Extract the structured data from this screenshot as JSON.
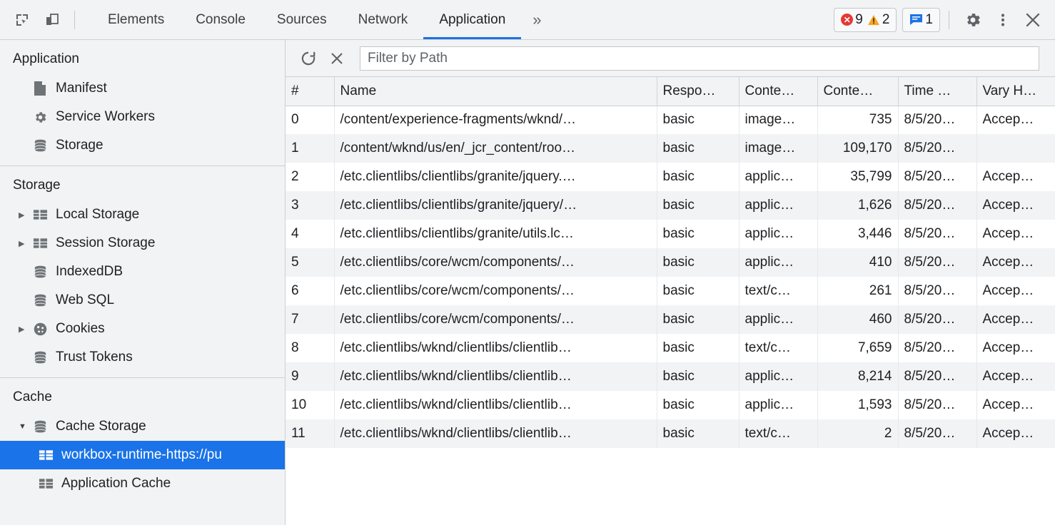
{
  "toolbar": {
    "inspect_icon": "inspect-element-icon",
    "device_icon": "device-toolbar-icon",
    "tabs": [
      {
        "label": "Elements",
        "active": false
      },
      {
        "label": "Console",
        "active": false
      },
      {
        "label": "Sources",
        "active": false
      },
      {
        "label": "Network",
        "active": false
      },
      {
        "label": "Application",
        "active": true
      }
    ],
    "more_tabs_label": "»",
    "error_count": "9",
    "warning_count": "2",
    "message_count": "1",
    "settings_icon": "gear-icon",
    "more_options_icon": "kebab-menu-icon",
    "close_icon": "close-icon",
    "accent_color": "#1a73e8",
    "error_color": "#e53935",
    "warning_color": "#f5a623",
    "message_color": "#1a73e8"
  },
  "sidebar": {
    "sections": [
      {
        "title": "Application",
        "items": [
          {
            "label": "Manifest",
            "icon": "manifest-file-icon",
            "twisty": "none",
            "selected": false
          },
          {
            "label": "Service Workers",
            "icon": "gear-icon",
            "twisty": "none",
            "selected": false
          },
          {
            "label": "Storage",
            "icon": "database-icon",
            "twisty": "none",
            "selected": false
          }
        ]
      },
      {
        "title": "Storage",
        "items": [
          {
            "label": "Local Storage",
            "icon": "table-icon",
            "twisty": "collapsed",
            "selected": false
          },
          {
            "label": "Session Storage",
            "icon": "table-icon",
            "twisty": "collapsed",
            "selected": false
          },
          {
            "label": "IndexedDB",
            "icon": "database-icon",
            "twisty": "none",
            "selected": false
          },
          {
            "label": "Web SQL",
            "icon": "database-icon",
            "twisty": "none",
            "selected": false
          },
          {
            "label": "Cookies",
            "icon": "cookie-icon",
            "twisty": "collapsed",
            "selected": false
          },
          {
            "label": "Trust Tokens",
            "icon": "database-icon",
            "twisty": "none",
            "selected": false
          }
        ]
      },
      {
        "title": "Cache",
        "items": [
          {
            "label": "Cache Storage",
            "icon": "database-icon",
            "twisty": "expanded",
            "selected": false
          },
          {
            "label": "workbox-runtime-https://pu",
            "icon": "table-icon",
            "twisty": "none",
            "selected": true,
            "indent": 2
          },
          {
            "label": "Application Cache",
            "icon": "table-icon",
            "twisty": "none",
            "selected": false,
            "indent": 2
          }
        ]
      }
    ]
  },
  "main": {
    "refresh_icon": "refresh-icon",
    "delete_icon": "delete-entry-icon",
    "filter_placeholder": "Filter by Path",
    "filter_value": "",
    "columns": [
      {
        "key": "idx",
        "label": "#"
      },
      {
        "key": "name",
        "label": "Name"
      },
      {
        "key": "resp",
        "label": "Respo…"
      },
      {
        "key": "ctype",
        "label": "Conte…"
      },
      {
        "key": "clen",
        "label": "Conte…"
      },
      {
        "key": "time",
        "label": "Time …"
      },
      {
        "key": "vary",
        "label": "Vary H…"
      }
    ],
    "rows": [
      {
        "idx": "0",
        "name": "/content/experience-fragments/wknd/…",
        "resp": "basic",
        "ctype": "image…",
        "clen": "735",
        "time": "8/5/20…",
        "vary": "Accep…"
      },
      {
        "idx": "1",
        "name": "/content/wknd/us/en/_jcr_content/roo…",
        "resp": "basic",
        "ctype": "image…",
        "clen": "109,170",
        "time": "8/5/20…",
        "vary": ""
      },
      {
        "idx": "2",
        "name": "/etc.clientlibs/clientlibs/granite/jquery.…",
        "resp": "basic",
        "ctype": "applic…",
        "clen": "35,799",
        "time": "8/5/20…",
        "vary": "Accep…"
      },
      {
        "idx": "3",
        "name": "/etc.clientlibs/clientlibs/granite/jquery/…",
        "resp": "basic",
        "ctype": "applic…",
        "clen": "1,626",
        "time": "8/5/20…",
        "vary": "Accep…"
      },
      {
        "idx": "4",
        "name": "/etc.clientlibs/clientlibs/granite/utils.lc…",
        "resp": "basic",
        "ctype": "applic…",
        "clen": "3,446",
        "time": "8/5/20…",
        "vary": "Accep…"
      },
      {
        "idx": "5",
        "name": "/etc.clientlibs/core/wcm/components/…",
        "resp": "basic",
        "ctype": "applic…",
        "clen": "410",
        "time": "8/5/20…",
        "vary": "Accep…"
      },
      {
        "idx": "6",
        "name": "/etc.clientlibs/core/wcm/components/…",
        "resp": "basic",
        "ctype": "text/c…",
        "clen": "261",
        "time": "8/5/20…",
        "vary": "Accep…"
      },
      {
        "idx": "7",
        "name": "/etc.clientlibs/core/wcm/components/…",
        "resp": "basic",
        "ctype": "applic…",
        "clen": "460",
        "time": "8/5/20…",
        "vary": "Accep…"
      },
      {
        "idx": "8",
        "name": "/etc.clientlibs/wknd/clientlibs/clientlib…",
        "resp": "basic",
        "ctype": "text/c…",
        "clen": "7,659",
        "time": "8/5/20…",
        "vary": "Accep…"
      },
      {
        "idx": "9",
        "name": "/etc.clientlibs/wknd/clientlibs/clientlib…",
        "resp": "basic",
        "ctype": "applic…",
        "clen": "8,214",
        "time": "8/5/20…",
        "vary": "Accep…"
      },
      {
        "idx": "10",
        "name": "/etc.clientlibs/wknd/clientlibs/clientlib…",
        "resp": "basic",
        "ctype": "applic…",
        "clen": "1,593",
        "time": "8/5/20…",
        "vary": "Accep…"
      },
      {
        "idx": "11",
        "name": "/etc.clientlibs/wknd/clientlibs/clientlib…",
        "resp": "basic",
        "ctype": "text/c…",
        "clen": "2",
        "time": "8/5/20…",
        "vary": "Accep…"
      }
    ]
  }
}
